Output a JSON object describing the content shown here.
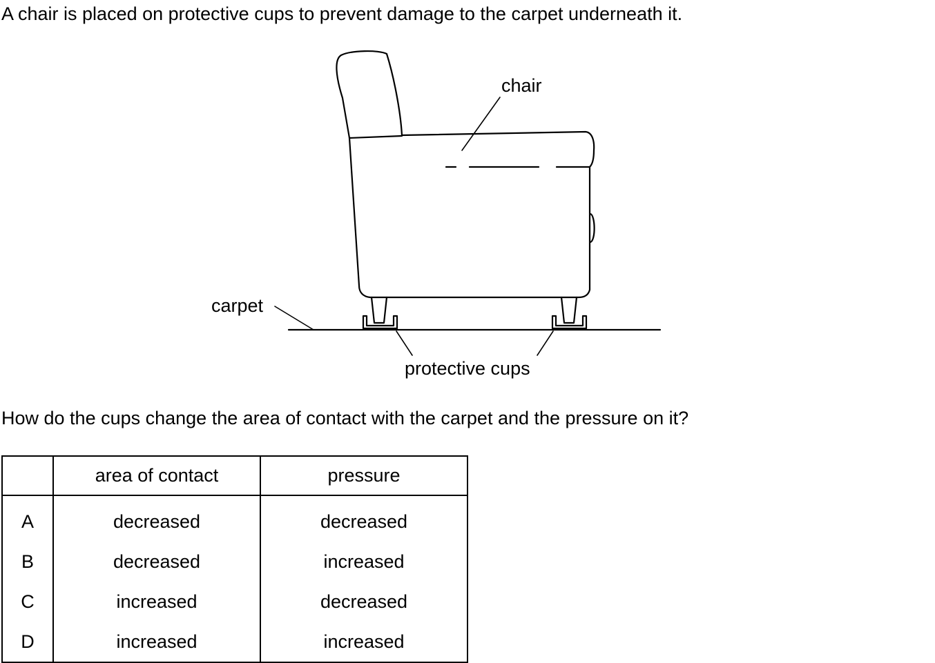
{
  "intro_text": "A chair is placed on protective cups to prevent damage to the carpet underneath it.",
  "diagram": {
    "labels": {
      "chair": "chair",
      "carpet": "carpet",
      "cups": "protective cups"
    }
  },
  "question_text": "How do the cups change the area of contact with the carpet and the pressure on it?",
  "table": {
    "headers": {
      "option": "",
      "area": "area of contact",
      "pressure": "pressure"
    },
    "rows": [
      {
        "option": "A",
        "area": "decreased",
        "pressure": "decreased"
      },
      {
        "option": "B",
        "area": "decreased",
        "pressure": "increased"
      },
      {
        "option": "C",
        "area": "increased",
        "pressure": "decreased"
      },
      {
        "option": "D",
        "area": "increased",
        "pressure": "increased"
      }
    ]
  }
}
